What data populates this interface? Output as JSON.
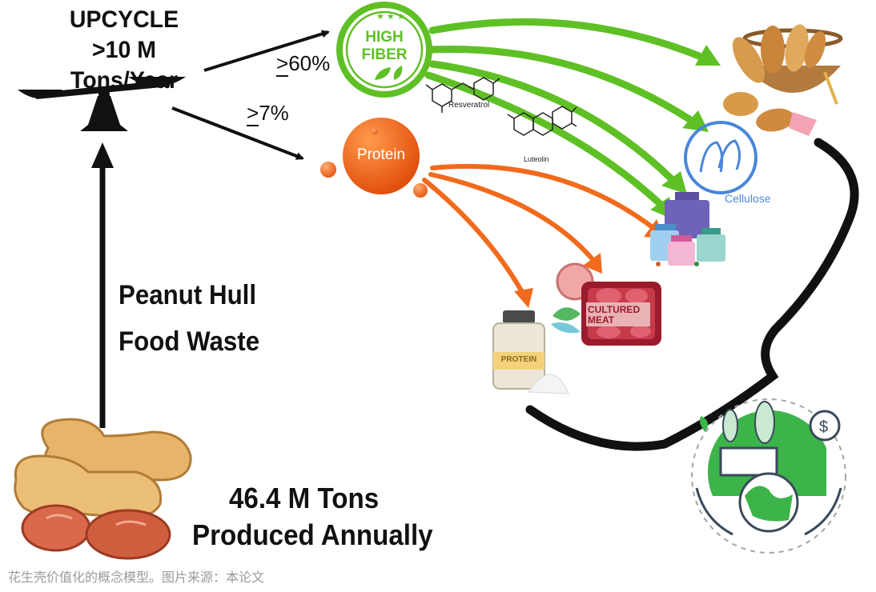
{
  "upcycle": {
    "line1": "UPCYCLE",
    "line2": ">10 M Tons/Year"
  },
  "fiber_pct": "60%",
  "protein_pct": "7%",
  "fiber_badge": {
    "line1": "HIGH",
    "line2": "FIBER"
  },
  "protein_orb": "Protein",
  "compounds": {
    "resveratrol": "Resveratrol",
    "luteolin": "Luteolin"
  },
  "cellulose": "Cellulose",
  "cultured_meat": {
    "line1": "CULTURED",
    "line2": "MEAT"
  },
  "protein_jar": "PROTEIN",
  "waste": {
    "line1": "Peanut Hull",
    "line2": "Food Waste"
  },
  "produced": {
    "line1": "46.4 M Tons",
    "line2": "Produced Annually"
  },
  "caption": "花生壳价值化的概念模型。图片来源：本论文",
  "colors": {
    "fiber_green": "#5fc026",
    "protein_orange": "#f26a1b",
    "arrow_black": "#111111"
  }
}
